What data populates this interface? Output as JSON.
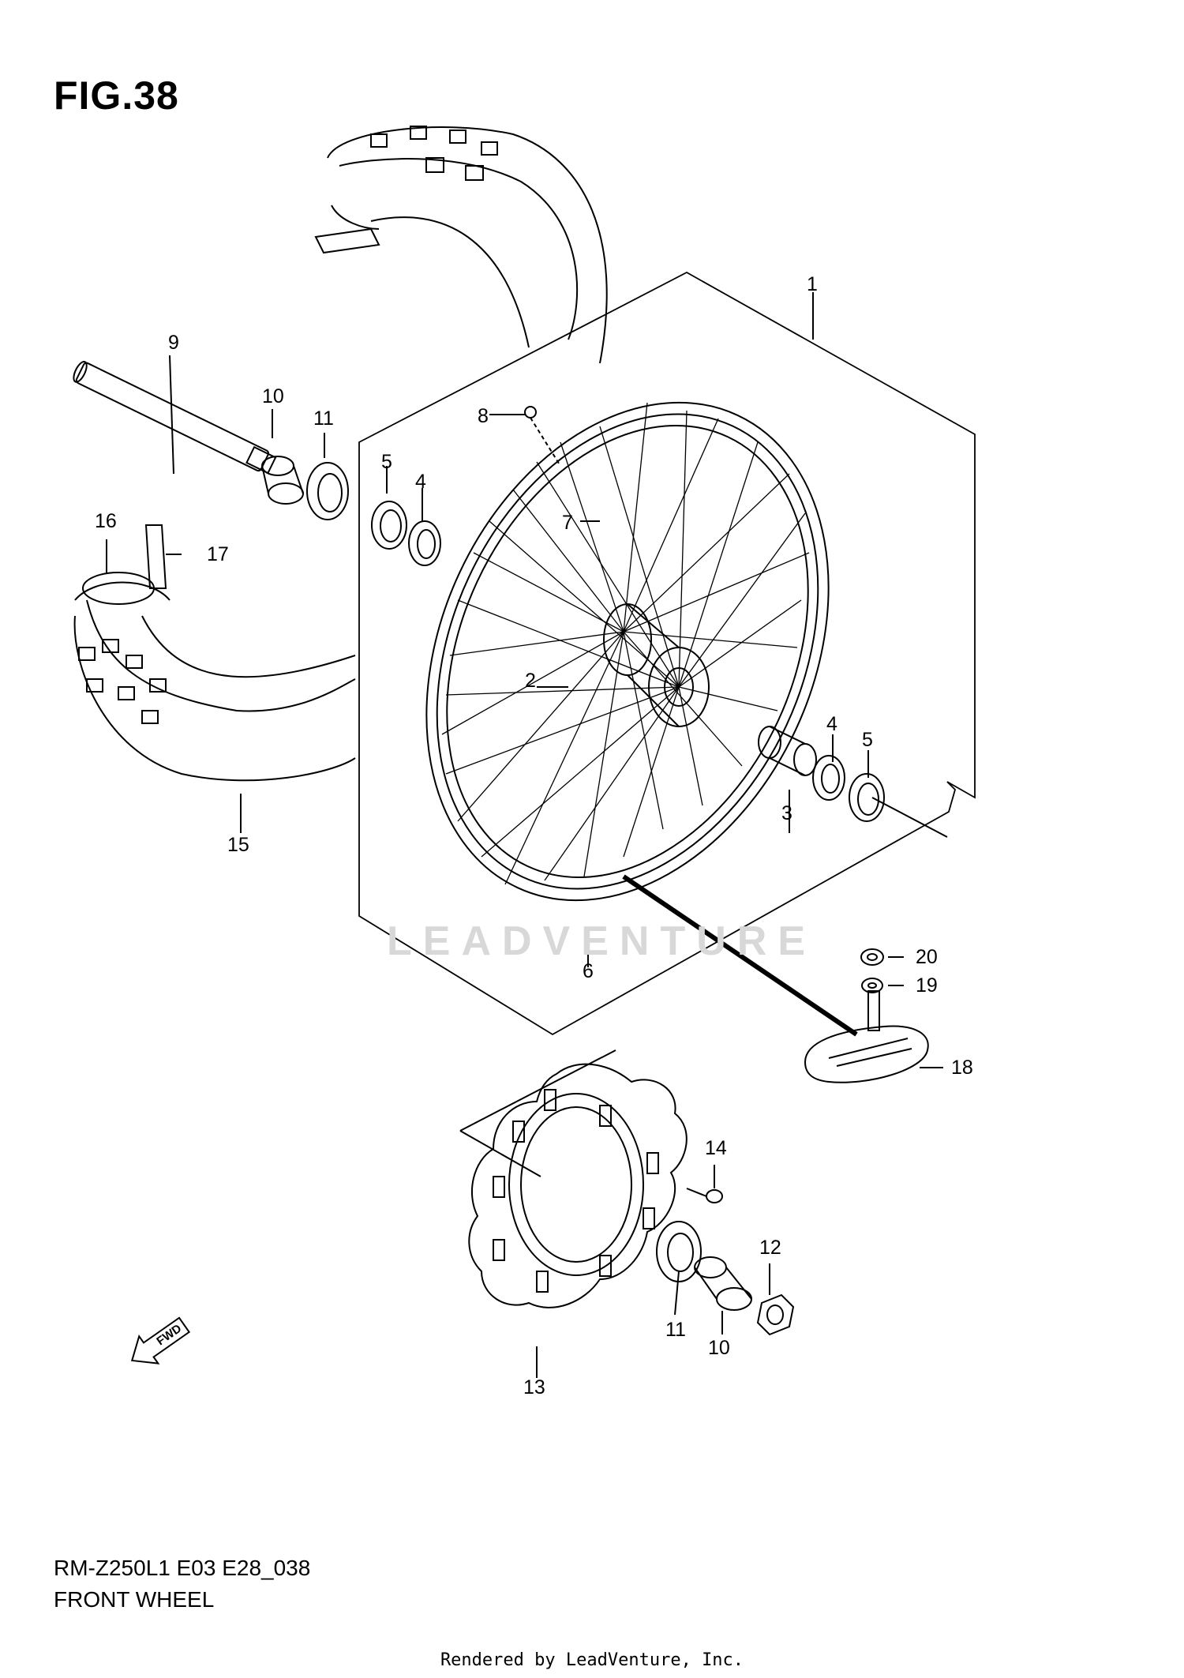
{
  "figure": {
    "title": "FIG.38"
  },
  "watermark": "LEADVENTURE",
  "fwd_label": "FWD",
  "callouts": {
    "c1": "1",
    "c2": "2",
    "c3": "3",
    "c4a": "4",
    "c4b": "4",
    "c5a": "5",
    "c5b": "5",
    "c6": "6",
    "c7": "7",
    "c8": "8",
    "c9": "9",
    "c10a": "10",
    "c10b": "10",
    "c11a": "11",
    "c11b": "11",
    "c12": "12",
    "c13": "13",
    "c14": "14",
    "c15": "15",
    "c16": "16",
    "c17": "17",
    "c18": "18",
    "c19": "19",
    "c20": "20"
  },
  "footer": {
    "model_code": "RM-Z250L1  E03  E28_038",
    "section_name": "FRONT WHEEL",
    "credit": "Rendered by LeadVenture, Inc."
  }
}
